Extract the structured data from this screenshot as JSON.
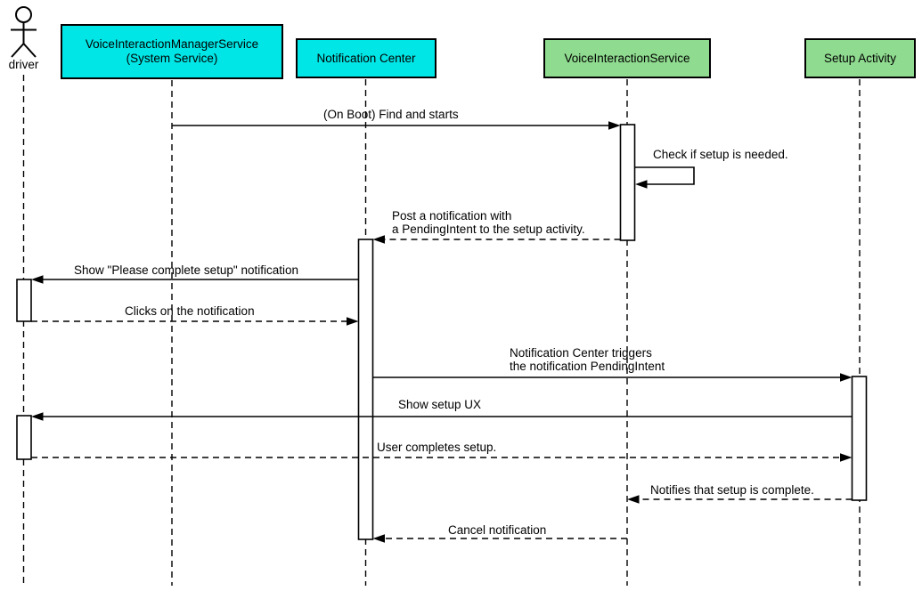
{
  "diagram": {
    "kind": "uml-sequence-diagram",
    "background": "#ffffff",
    "colors": {
      "participant_cyan": "#00e6e6",
      "participant_green": "#8fdb8f",
      "line": "#000000"
    }
  },
  "actor": {
    "label": "driver"
  },
  "participants": [
    {
      "id": "voice-interaction-manager-service",
      "label": "VoiceInteractionManagerService\n(System Service)",
      "color": "#00e6e6"
    },
    {
      "id": "notification-center",
      "label": "Notification Center",
      "color": "#00e6e6"
    },
    {
      "id": "voice-interaction-service",
      "label": "VoiceInteractionService",
      "color": "#8fdb8f"
    },
    {
      "id": "setup-activity",
      "label": "Setup Activity",
      "color": "#8fdb8f"
    }
  ],
  "messages": [
    {
      "label": "(On Boot) Find and starts",
      "from": "VoiceInteractionManagerService (System Service)",
      "to": "VoiceInteractionService",
      "line": "solid"
    },
    {
      "label": "Check if setup is needed.",
      "from": "VoiceInteractionService",
      "to": "VoiceInteractionService",
      "line": "solid",
      "self_message": true
    },
    {
      "label": "Post a notification with\na PendingIntent to the setup activity.",
      "from": "VoiceInteractionService",
      "to": "Notification Center",
      "line": "dashed"
    },
    {
      "label": "Show \"Please complete setup\" notification",
      "from": "Notification Center",
      "to": "driver",
      "line": "solid"
    },
    {
      "label": "Clicks on the notification",
      "from": "driver",
      "to": "Notification Center",
      "line": "dashed"
    },
    {
      "label": "Notification Center triggers\nthe notification PendingIntent",
      "from": "Notification Center",
      "to": "Setup Activity",
      "line": "solid"
    },
    {
      "label": "Show setup UX",
      "from": "Setup Activity",
      "to": "driver",
      "line": "solid"
    },
    {
      "label": "User completes setup.",
      "from": "driver",
      "to": "Setup Activity",
      "line": "dashed"
    },
    {
      "label": "Notifies that setup is complete.",
      "from": "Setup Activity",
      "to": "VoiceInteractionService",
      "line": "dashed"
    },
    {
      "label": "Cancel notification",
      "from": "VoiceInteractionService",
      "to": "Notification Center",
      "line": "dashed"
    }
  ]
}
